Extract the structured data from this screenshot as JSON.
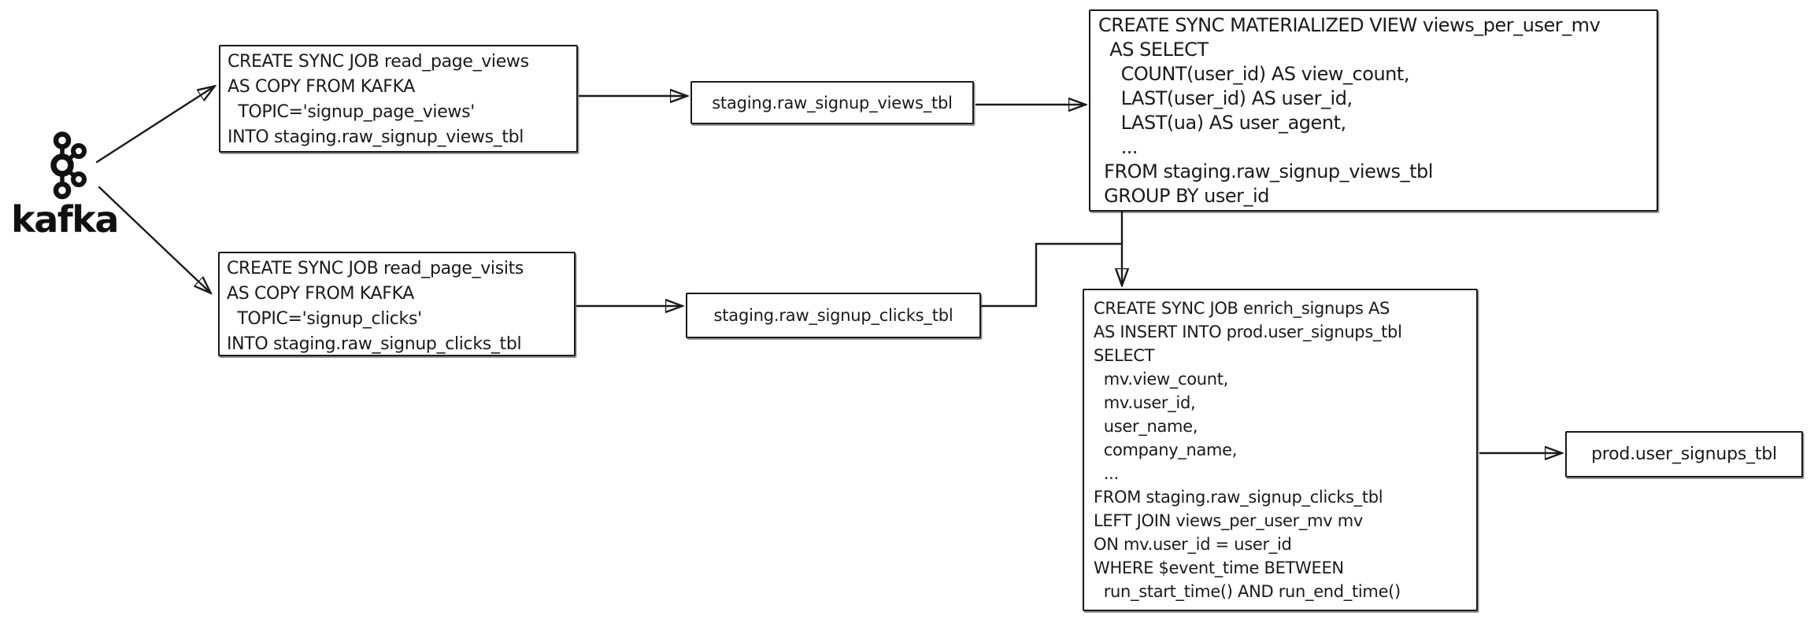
{
  "page": {
    "background_color": "#ffffff",
    "ink_color": "#1a1a1a"
  },
  "kafka": {
    "label": "kafka",
    "icon": "kafka-logo-icon"
  },
  "nodes": {
    "read_page_views_job": {
      "text": "CREATE SYNC JOB read_page_views\nAS COPY FROM KAFKA\n  TOPIC='signup_page_views'\nINTO staging.raw_signup_views_tbl"
    },
    "raw_signup_views_table": {
      "label": "staging.raw_signup_views_tbl"
    },
    "views_per_user_mv": {
      "text": "CREATE SYNC MATERIALIZED VIEW views_per_user_mv\n  AS SELECT\n    COUNT(user_id) AS view_count,\n    LAST(user_id) AS user_id,\n    LAST(ua) AS user_agent,\n    ...\n FROM staging.raw_signup_views_tbl\n GROUP BY user_id"
    },
    "read_page_visits_job": {
      "text": "CREATE SYNC JOB read_page_visits\nAS COPY FROM KAFKA\n  TOPIC='signup_clicks'\nINTO staging.raw_signup_clicks_tbl"
    },
    "raw_signup_clicks_table": {
      "label": "staging.raw_signup_clicks_tbl"
    },
    "enrich_signups_job": {
      "text": "CREATE SYNC JOB enrich_signups AS\nAS INSERT INTO prod.user_signups_tbl\nSELECT\n  mv.view_count,\n  mv.user_id,\n  user_name,\n  company_name,\n  ...\nFROM staging.raw_signup_clicks_tbl\nLEFT JOIN views_per_user_mv mv\nON mv.user_id = user_id\nWHERE $event_time BETWEEN\n  run_start_time() AND run_end_time()"
    },
    "user_signups_table": {
      "label": "prod.user_signups_tbl"
    }
  },
  "edges": [
    {
      "from": "kafka",
      "to": "read_page_views_job"
    },
    {
      "from": "kafka",
      "to": "read_page_visits_job"
    },
    {
      "from": "read_page_views_job",
      "to": "raw_signup_views_table"
    },
    {
      "from": "raw_signup_views_table",
      "to": "views_per_user_mv"
    },
    {
      "from": "read_page_visits_job",
      "to": "raw_signup_clicks_table"
    },
    {
      "from": "raw_signup_clicks_table",
      "to": "enrich_signups_job"
    },
    {
      "from": "views_per_user_mv",
      "to": "enrich_signups_job"
    },
    {
      "from": "enrich_signups_job",
      "to": "user_signups_table"
    }
  ]
}
